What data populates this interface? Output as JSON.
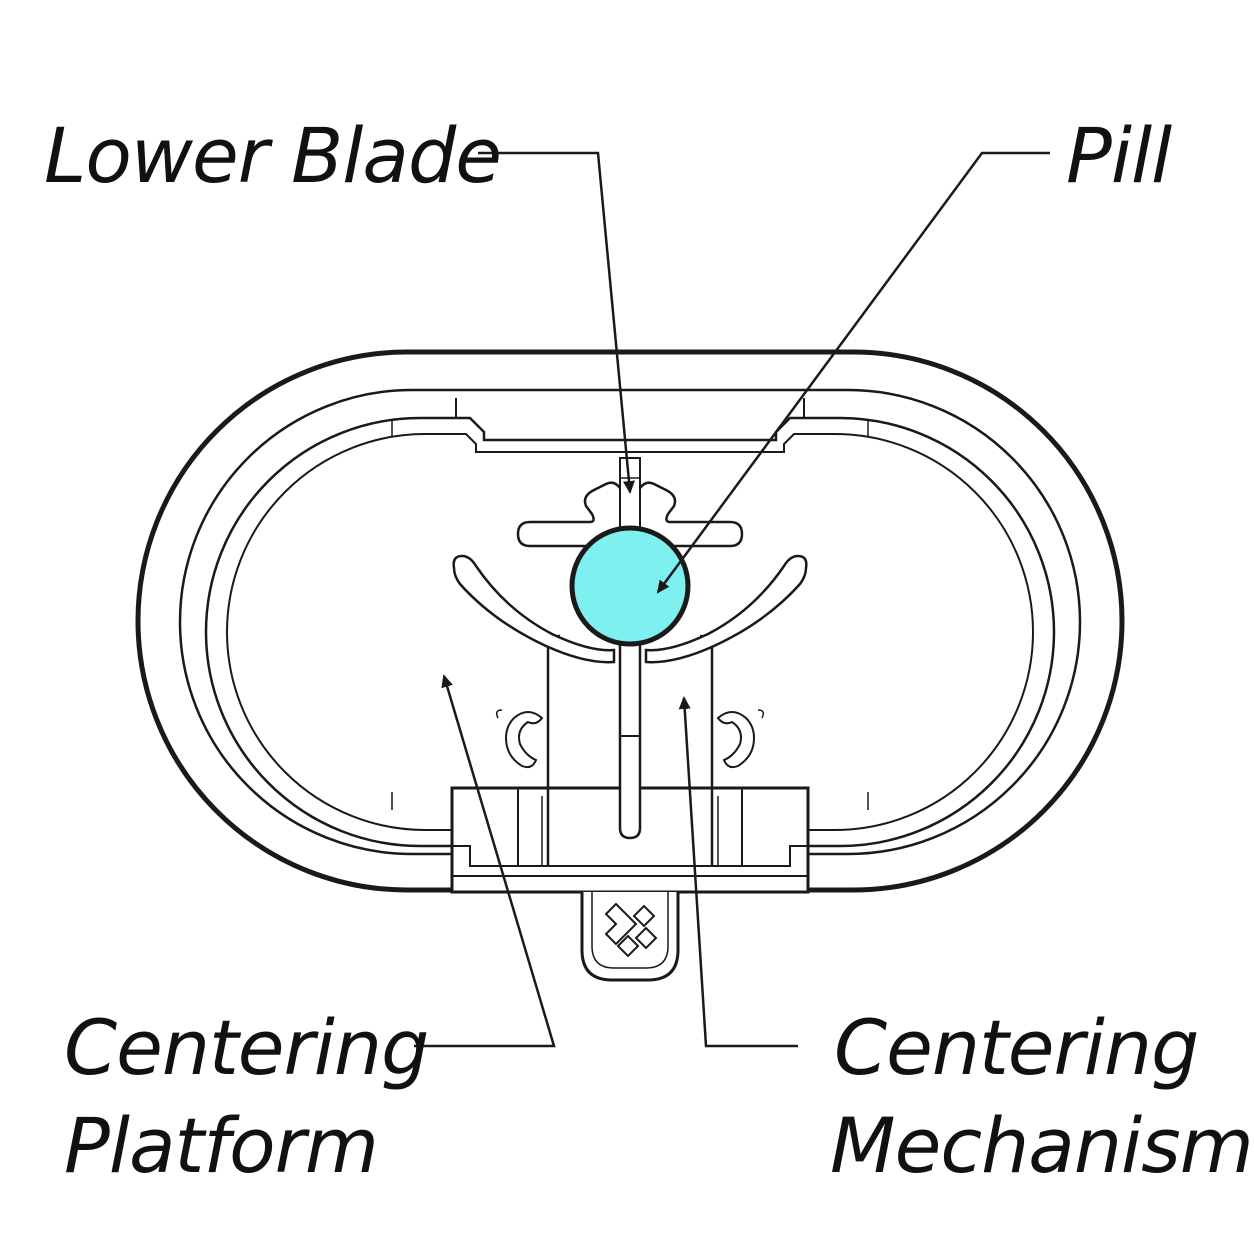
{
  "labels": {
    "lower_blade": "Lower Blade",
    "pill": "Pill",
    "centering_platform": [
      "Centering",
      "Platform"
    ],
    "centering_mechanism": [
      "Centering",
      "Mechanism"
    ]
  },
  "colors": {
    "outline": "#1a1a1a",
    "pill_fill": "#7ff0f0",
    "background": "#ffffff"
  },
  "icons": {
    "logo": "chevron-diamond-logo-icon"
  }
}
